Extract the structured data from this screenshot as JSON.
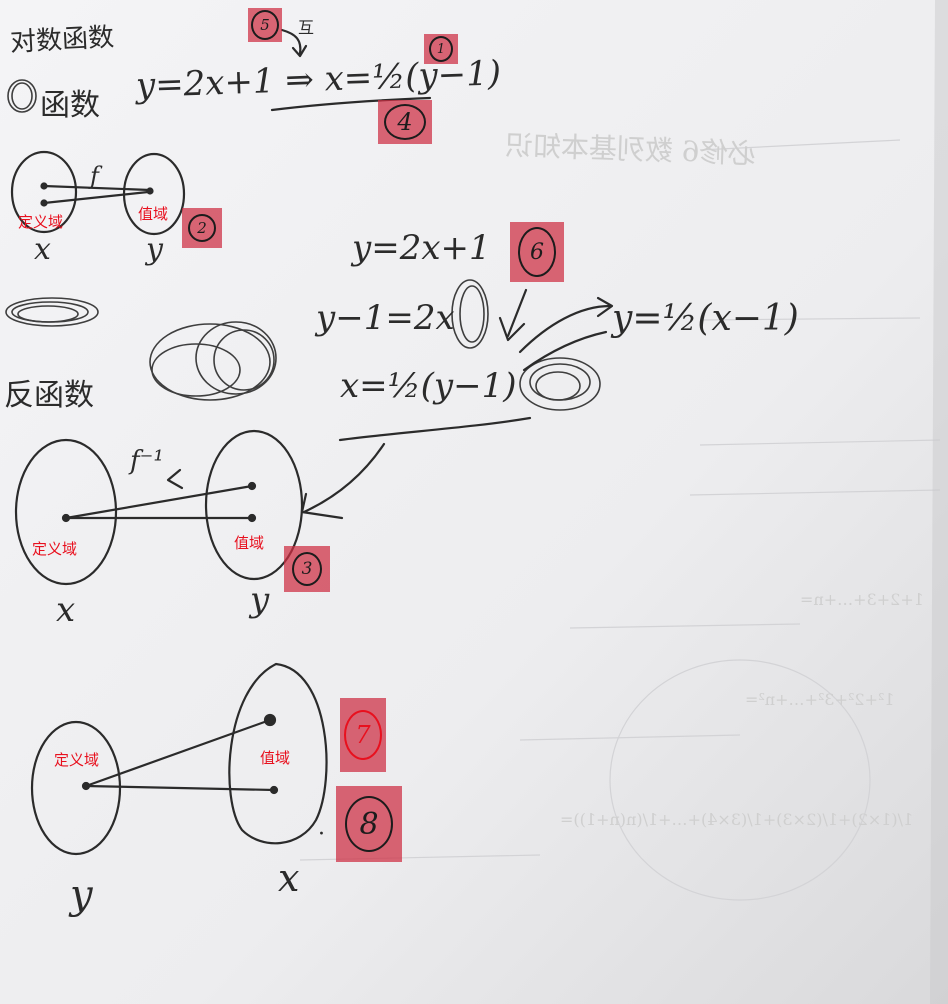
{
  "notes": {
    "heading": "对数函数",
    "function_label": "函数",
    "inverse_label": "反函数",
    "eq_top": "y=2x+1 ⇒ x=½(y−1)",
    "eq_chain_1": "y=2x+1",
    "eq_chain_2": "y−1=2x",
    "eq_chain_3": "x=½(y−1)",
    "eq_result": "y=½(x−1)",
    "swap_mark": "互",
    "map_f": "f",
    "map_f_inverse": "f⁻¹",
    "var_x_1": "x",
    "var_y_1": "y",
    "var_x_2": "x",
    "var_y_2": "y",
    "var_y_3": "y",
    "var_x_3": "x",
    "dot_mark": "·"
  },
  "red_labels": {
    "domain_1": "定义域",
    "range_1": "值域",
    "domain_2": "定义域",
    "range_2": "值域",
    "domain_3": "定义域",
    "range_3": "值域"
  },
  "badges": [
    {
      "number": "1"
    },
    {
      "number": "2"
    },
    {
      "number": "3"
    },
    {
      "number": "4"
    },
    {
      "number": "5"
    },
    {
      "number": "6"
    },
    {
      "number": "7"
    },
    {
      "number": "8"
    }
  ],
  "printed_background": {
    "header": "必修6 数列基本知识",
    "line_a": "1+2+3+…+n=",
    "line_b": "1²+2²+3²+…+n²=",
    "line_c": "1/(1×2)+1/(2×3)+1/(3×4)+…+1/(n(n+1))="
  },
  "colors": {
    "paper": "#f1f1f3",
    "ink": "#2b2b2b",
    "label_red": "#e8101e",
    "badge_fill": "#cd2d41"
  }
}
